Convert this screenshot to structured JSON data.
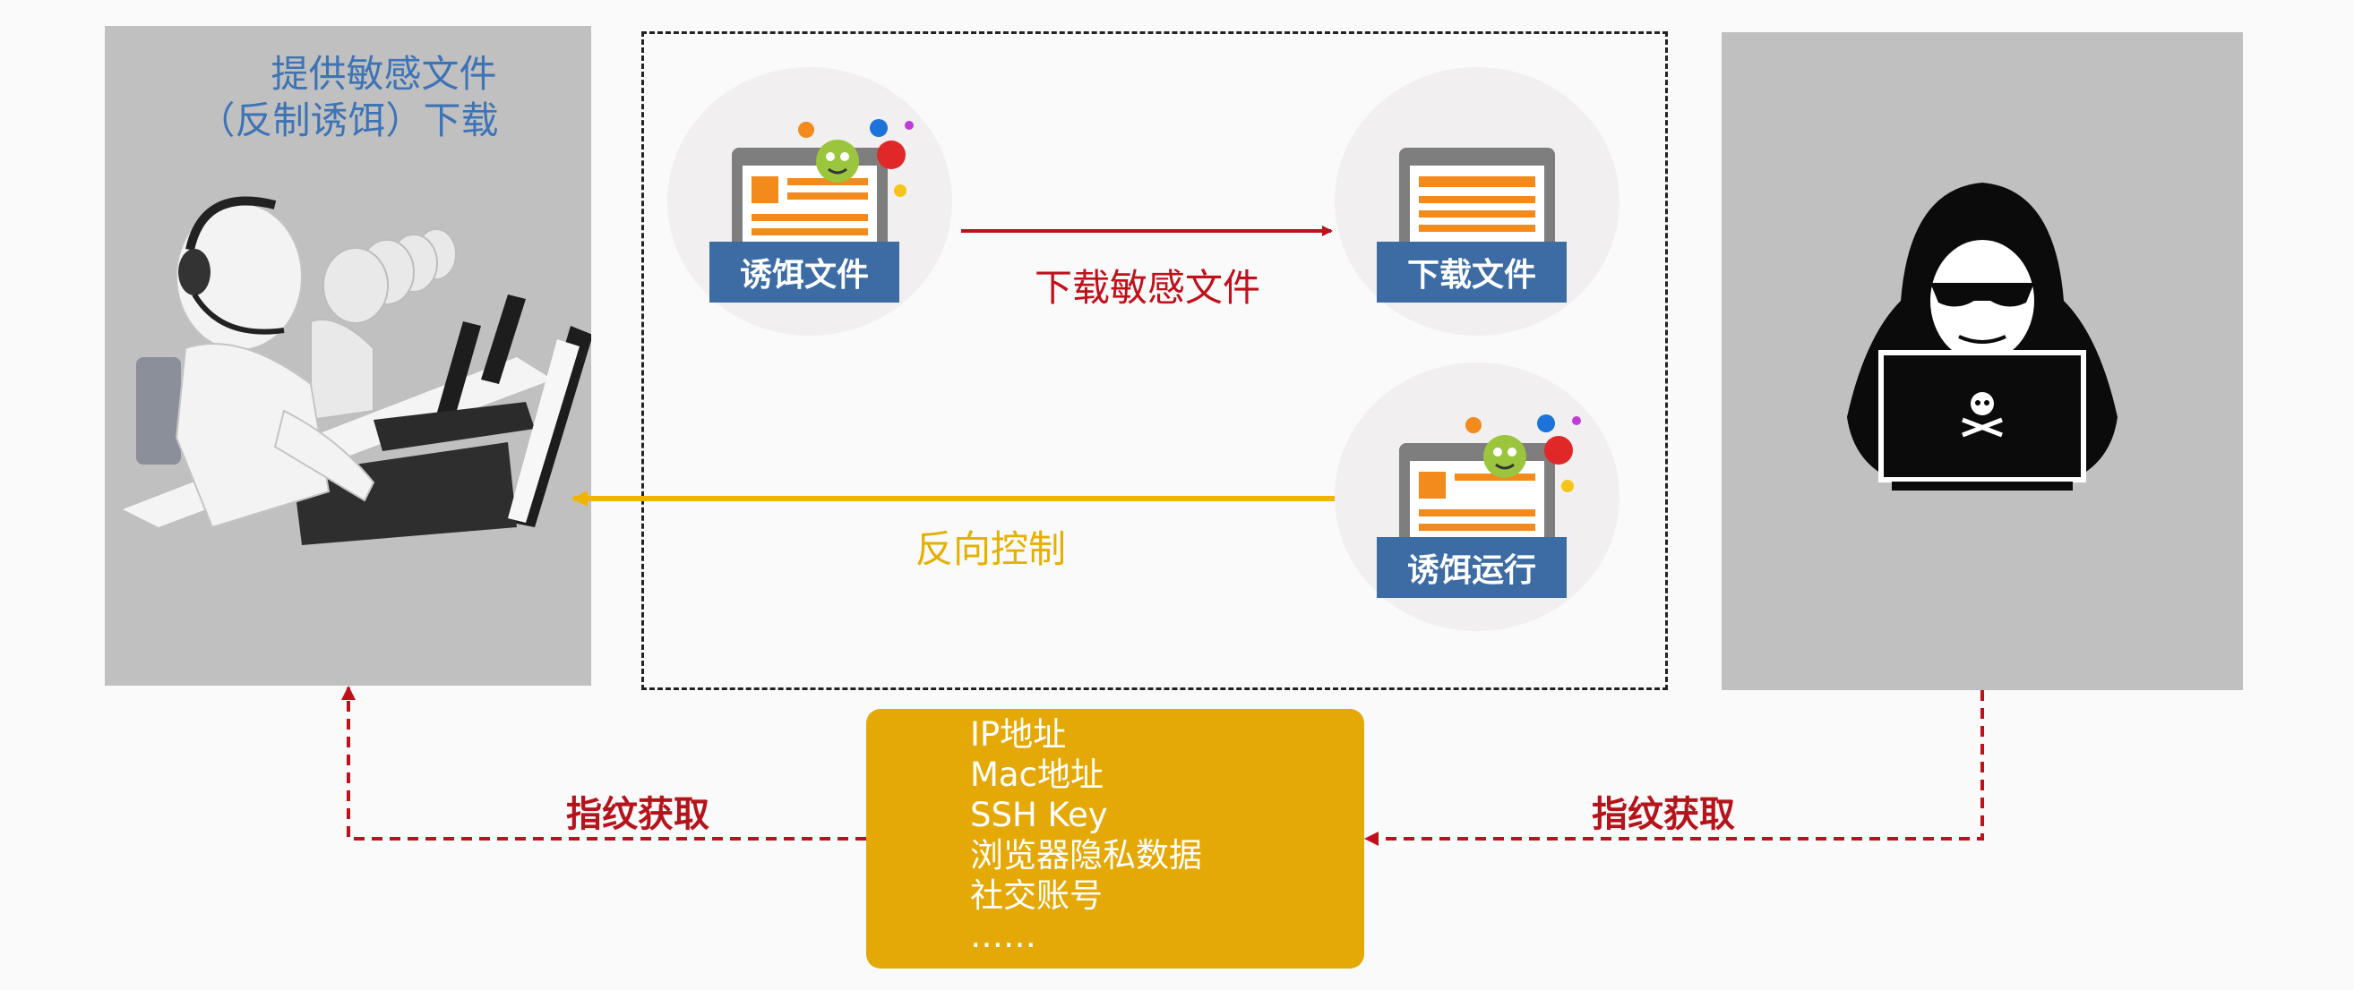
{
  "left_panel": {
    "title_line1": "提供敏感文件",
    "title_line2": "（反制诱饵）下载"
  },
  "nodes": {
    "bait_file": "诱饵文件",
    "download_file": "下载文件",
    "bait_run": "诱饵运行"
  },
  "flows": {
    "download_sensitive": "下载敏感文件",
    "reverse_control": "反向控制"
  },
  "fingerprint": {
    "left_label": "指纹获取",
    "right_label": "指纹获取"
  },
  "info_items": [
    "IP地址",
    "Mac地址",
    "SSH Key",
    "浏览器隐私数据",
    "社交账号",
    "……"
  ],
  "colors": {
    "red_arrow": "#c0101a",
    "yellow_arrow": "#f0b400",
    "badge_blue": "#3c6ca3",
    "info_box": "#e5a907",
    "panel_gray": "#c0c0c0"
  },
  "icons": [
    "call-center-agents-illustration",
    "hacker-icon",
    "skull-crossbones-icon",
    "document-icon",
    "virus-icon"
  ]
}
